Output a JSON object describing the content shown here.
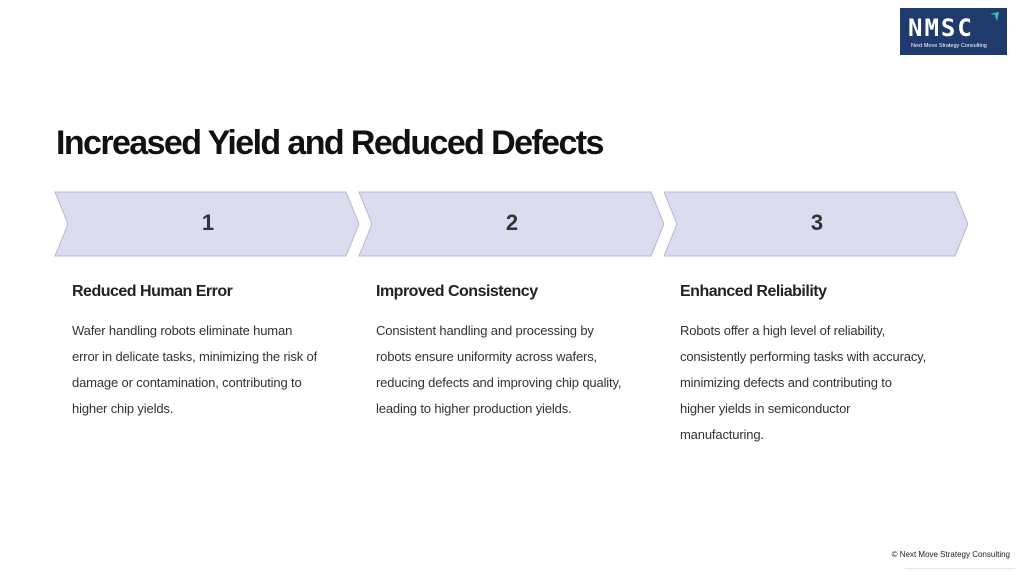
{
  "logo": {
    "text": "NMSC",
    "subtitle": "Next Move Strategy Consulting",
    "arrow_color": "#3ec6a8"
  },
  "title": "Increased Yield and Reduced Defects",
  "colors": {
    "chevron_fill": "#dcdcf0",
    "chevron_stroke": "#b7b7d3"
  },
  "steps": [
    {
      "number": "1",
      "heading": "Reduced Human Error",
      "lines": [
        "Wafer handling robots eliminate human",
        "error in delicate tasks, minimizing the risk of",
        "damage or contamination, contributing to",
        "higher chip yields."
      ]
    },
    {
      "number": "2",
      "heading": "Improved Consistency",
      "lines": [
        "Consistent handling and processing by",
        "robots ensure uniformity across wafers,",
        "reducing defects and improving chip quality,",
        "leading to higher production yields."
      ]
    },
    {
      "number": "3",
      "heading": "Enhanced Reliability",
      "lines": [
        "Robots offer a high level of reliability,",
        "consistently performing tasks with accuracy,",
        "minimizing defects and contributing to",
        "higher yields in semiconductor",
        "manufacturing."
      ]
    }
  ],
  "footer": "© Next Move Strategy Consulting"
}
